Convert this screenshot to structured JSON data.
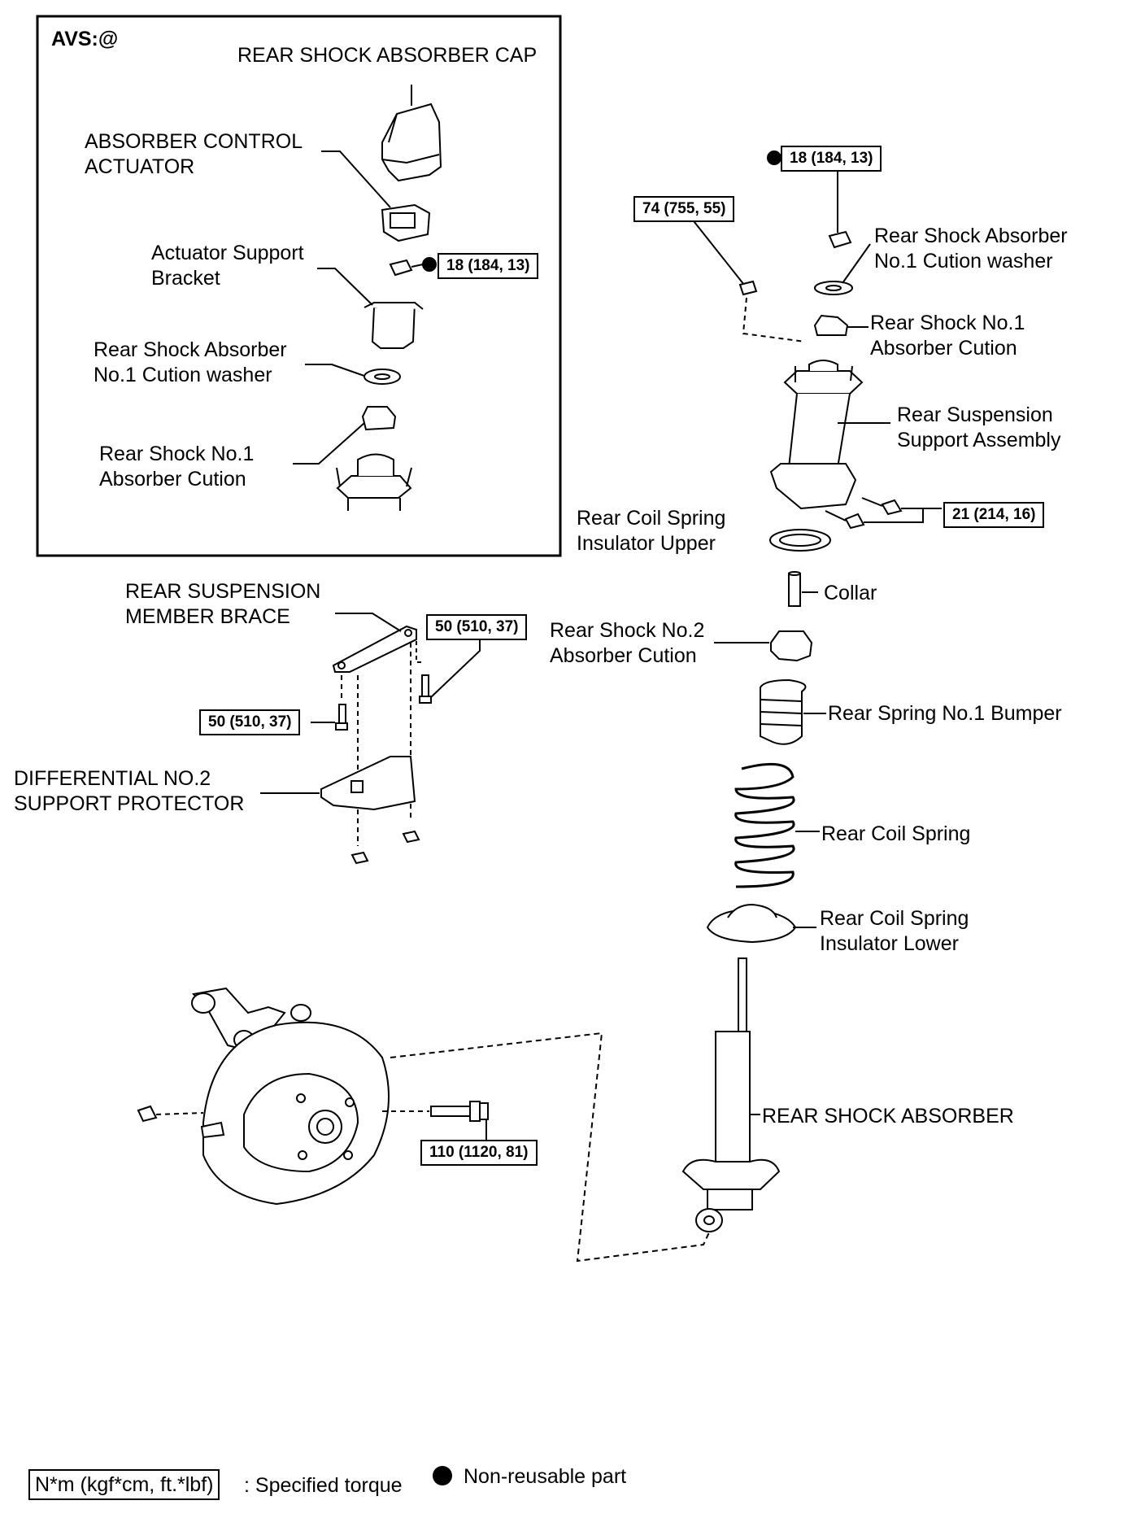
{
  "inset": {
    "title": "AVS:@",
    "cap": "REAR SHOCK ABSORBER CAP",
    "actuator": "ABSORBER CONTROL\nACTUATOR",
    "bracket": "Actuator Support\nBracket",
    "washer": "Rear Shock Absorber\nNo.1 Cution washer",
    "cushion": "Rear Shock No.1\nAbsorber Cution",
    "torque_nut": "18 (184, 13)"
  },
  "main": {
    "torque_top_nut": "18 (184, 13)",
    "torque_side_nut": "74 (755, 55)",
    "washer": "Rear Shock Absorber\nNo.1 Cution washer",
    "cushion1": "Rear Shock No.1\nAbsorber Cution",
    "support": "Rear Suspension\nSupport Assembly",
    "torque_support_bolts": "21 (214, 16)",
    "insulator_upper": "Rear Coil Spring\nInsulator Upper",
    "collar": "Collar",
    "cushion2": "Rear Shock No.2\nAbsorber Cution",
    "bumper": "Rear Spring No.1 Bumper",
    "coil_spring": "Rear Coil Spring",
    "insulator_lower": "Rear Coil Spring\nInsulator Lower",
    "shock": "REAR SHOCK ABSORBER",
    "brace": "REAR SUSPENSION\nMEMBER BRACE",
    "torque_brace_right": "50 (510, 37)",
    "torque_brace_left": "50 (510, 37)",
    "protector": "DIFFERENTIAL NO.2\nSUPPORT PROTECTOR",
    "torque_hub_bolt": "110 (1120, 81)"
  },
  "legend": {
    "unit_box": "N*m (kgf*cm, ft.*lbf)",
    "unit_text": ": Specified torque",
    "nonreusable": "Non-reusable part"
  },
  "colors": {
    "ink": "#000000",
    "part_fill": "#ffffff",
    "shade": "#d9d9d9"
  }
}
